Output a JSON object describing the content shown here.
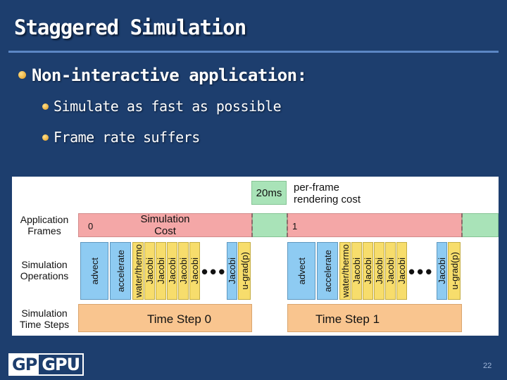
{
  "slide": {
    "title": "Staggered Simulation",
    "bullets": [
      {
        "level": 1,
        "text": "Non-interactive application:"
      },
      {
        "level": 2,
        "text": "Simulate as fast as possible"
      },
      {
        "level": 2,
        "text": "Frame rate suffers"
      }
    ],
    "page_number": "22"
  },
  "logo": {
    "part1": "GP",
    "part2": "GPU"
  },
  "diagram": {
    "rendering_time": "20ms",
    "rendering_cost_label": "per-frame rendering cost",
    "row_labels": [
      "Application Frames",
      "Simulation Operations",
      "Simulation Time Steps"
    ],
    "frames": [
      {
        "number": "0",
        "label": "Simulation Cost"
      },
      {
        "number": "1",
        "label": ""
      }
    ],
    "operations": [
      "advect",
      "accelerate",
      "water/thermo",
      "Jacobi",
      "Jacobi",
      "Jacobi",
      "Jacobi",
      "Jacobi",
      "Jacobi",
      "Jacobi",
      "u-grad(p)"
    ],
    "ellipsis": "•••",
    "time_steps": [
      "Time Step 0",
      "Time Step 1"
    ],
    "colors": {
      "frame_sim": "#f4a7a7",
      "frame_render": "#a9e3b8",
      "blue_op": "#8ecbf2",
      "yellow_op": "#f7dd6c",
      "time_step": "#f9c58f"
    }
  }
}
